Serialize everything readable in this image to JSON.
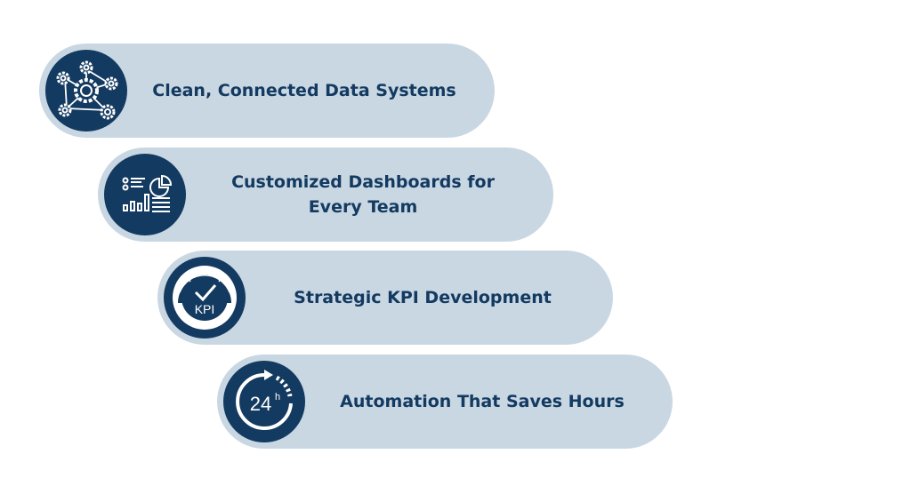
{
  "items": [
    {
      "label": "Clean, Connected Data Systems",
      "icon": "connected-gears-icon"
    },
    {
      "label": "Customized Dashboards for Every Team",
      "icon": "dashboard-icon"
    },
    {
      "label": "Strategic KPI Development",
      "icon": "kpi-gauge-icon",
      "icon_text": "KPI"
    },
    {
      "label": "Automation That Saves Hours",
      "icon": "24-hour-clock-icon",
      "icon_text": "24",
      "icon_sup": "h"
    }
  ],
  "colors": {
    "pill": "#c9d7e3",
    "dark": "#133a60",
    "text": "#133a60"
  }
}
